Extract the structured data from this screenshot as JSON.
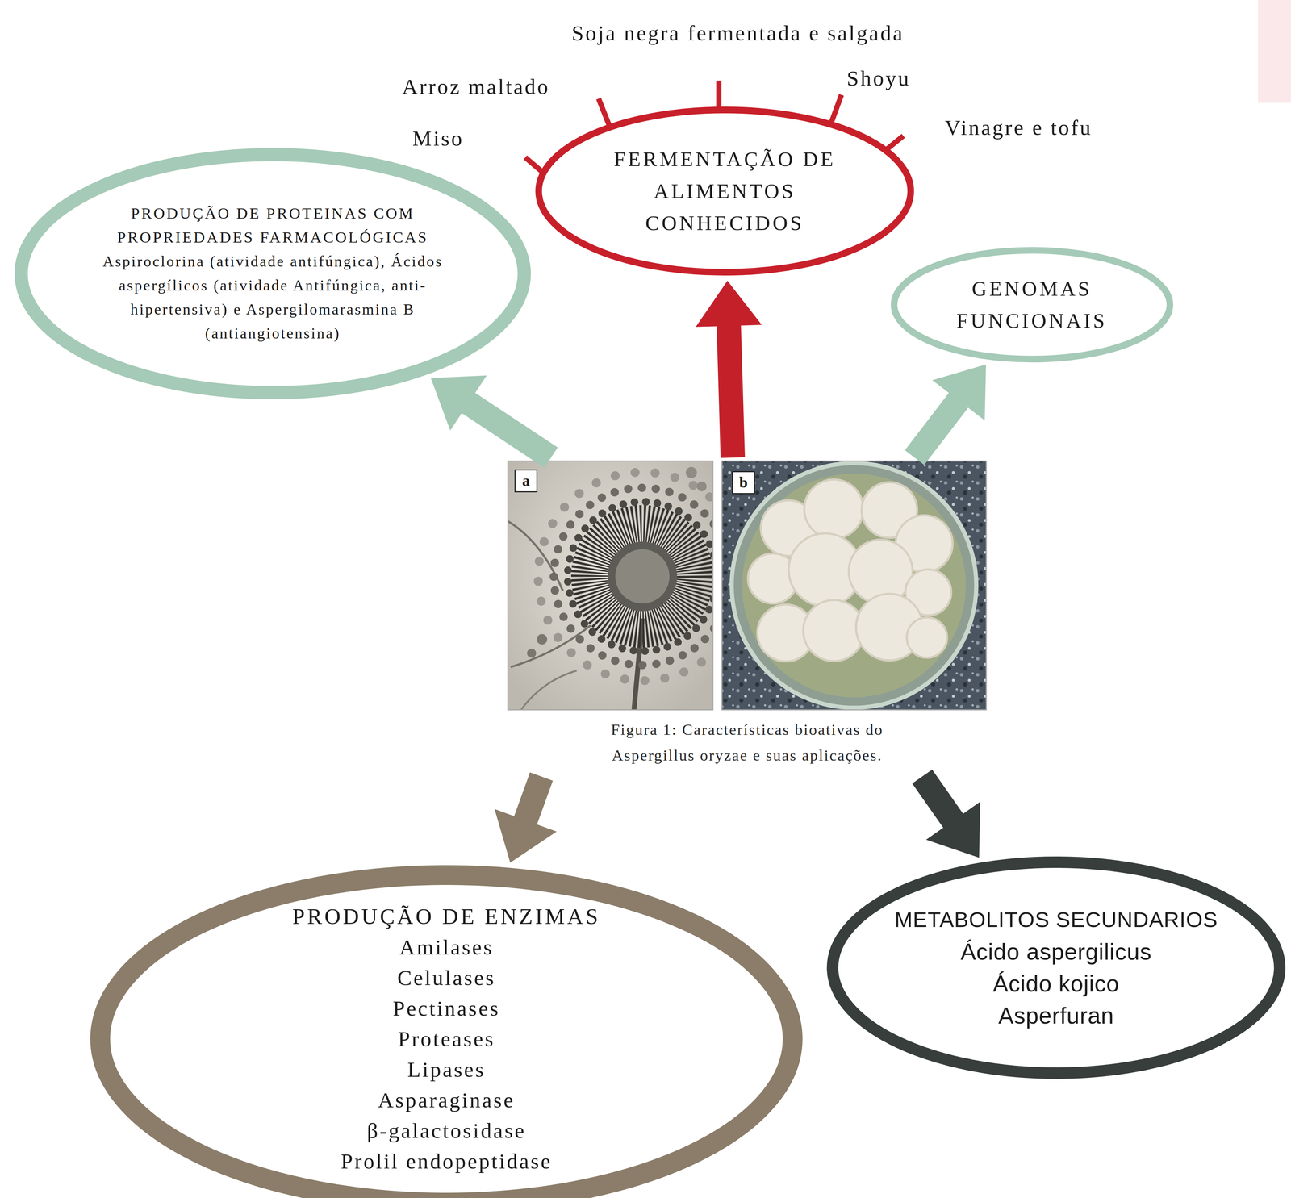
{
  "diagram": {
    "nodes": [
      {
        "text": [
          "FERMENTAÇÃO DE ALIMENTOS CONHECIDOS"
        ]
      },
      {
        "text": [
          "PRODUÇÃO DE PROTEINAS COM PROPRIEDADES FARMACOLÓGICAS",
          "Aspiroclorina (atividade antifúngica), Ácidos aspergílicos (atividade Antifúngica, anti-hipertensiva) e Aspergilomarasmina B (antiangiotensina)"
        ]
      },
      {
        "text": [
          "GENOMAS FUNCIONAIS"
        ]
      },
      {
        "text": [
          "Figura 1: Características bioativas do Aspergillus oryzae e suas aplicações."
        ]
      },
      {
        "text": [
          "a"
        ],
        "in": 3
      },
      {
        "text": [
          "b"
        ],
        "in": 3
      },
      {
        "text": [
          "PRODUÇÃO DE ENZIMAS",
          "Amilases",
          "Celulases",
          "Pectinases",
          "Proteases",
          "Lipases",
          "Asparaginase",
          "β-galactosidase",
          "Prolil endopeptidase"
        ]
      },
      {
        "text": [
          "METABOLITOS SECUNDARIOS",
          "Ácido aspergilicus",
          "Ácido kojico",
          "Asperfuran"
        ]
      }
    ],
    "edges": [
      {
        "from": 3,
        "to": 1,
        "arrow": "to"
      },
      {
        "from": 3,
        "to": 0,
        "arrow": "to"
      },
      {
        "from": 3,
        "to": 2,
        "arrow": "to"
      },
      {
        "from": 3,
        "to": 6,
        "arrow": "to"
      },
      {
        "from": 3,
        "to": 7,
        "arrow": "to"
      }
    ],
    "labels": [
      "Soja negra fermentada e salgada",
      "Arroz maltado",
      "Shoyu",
      "Miso",
      "Vinagre e tofu"
    ]
  }
}
